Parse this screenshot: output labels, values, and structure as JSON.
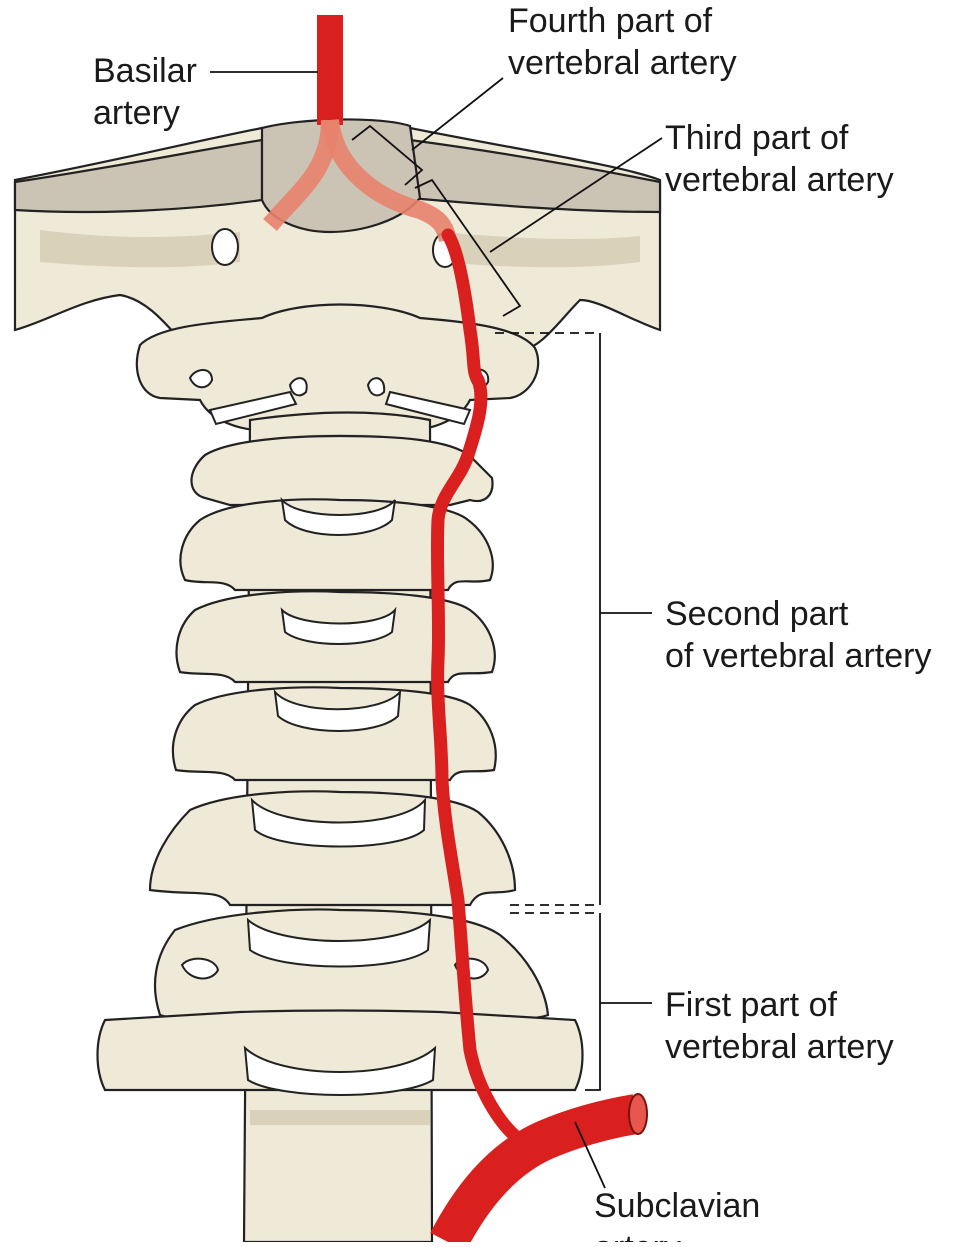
{
  "labels": {
    "basilar_line1": "Basilar",
    "basilar_line2": "artery",
    "fourth_line1": "Fourth part of",
    "fourth_line2": "vertebral artery",
    "third_line1": "Third part of",
    "third_line2": "vertebral artery",
    "second_line1": "Second part",
    "second_line2": "of vertebral artery",
    "first_line1": "First part of",
    "first_line2": "vertebral artery",
    "subclavian_line1": "Subclavian",
    "subclavian_line2": "artery"
  },
  "colors": {
    "artery": "#d9201e",
    "artery_faded": "#e8826d",
    "bone": "#efe9d8",
    "skull_base": "#cbc3b4"
  }
}
